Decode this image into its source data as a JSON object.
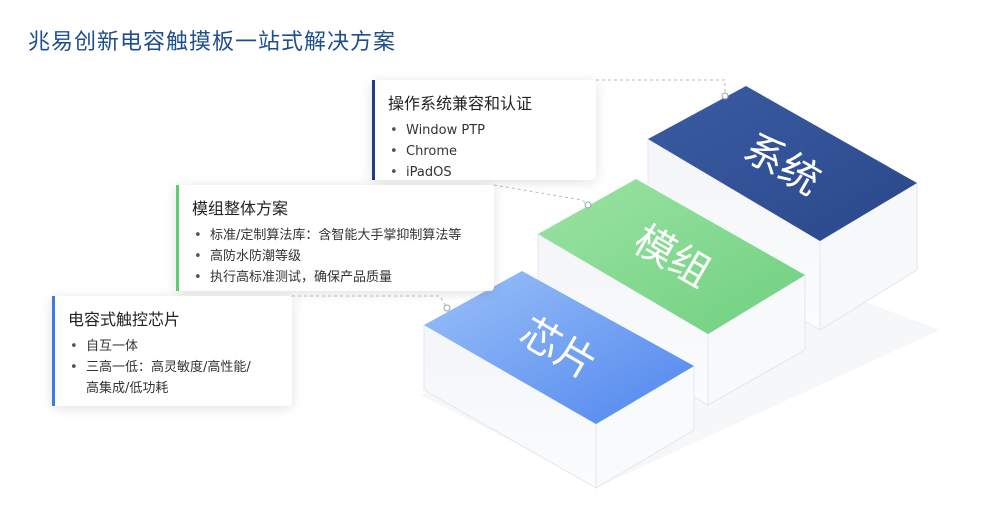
{
  "page": {
    "title": "兆易创新电容触摸板一站式解决方案"
  },
  "colors": {
    "system_top": "#2f4f93",
    "module_top": "#7fd88a",
    "chip_top": "#5f93f0",
    "system_bar": "#1f3f80",
    "module_bar": "#5ccd70",
    "chip_bar": "#3d7be8"
  },
  "blocks": {
    "system": "系统",
    "module": "模组",
    "chip": "芯片"
  },
  "cards": {
    "system": {
      "title": "操作系统兼容和认证",
      "items": [
        "Window PTP",
        "Chrome",
        "iPadOS"
      ]
    },
    "module": {
      "title": "模组整体方案",
      "items": [
        "标准/定制算法库：含智能大手掌抑制算法等",
        "高防水防潮等级",
        "执行高标准测试，确保产品质量"
      ]
    },
    "chip": {
      "title": "电容式触控芯片",
      "items": [
        "自互一体",
        "三高一低：高灵敏度/高性能/",
        "高集成/低功耗"
      ]
    }
  }
}
